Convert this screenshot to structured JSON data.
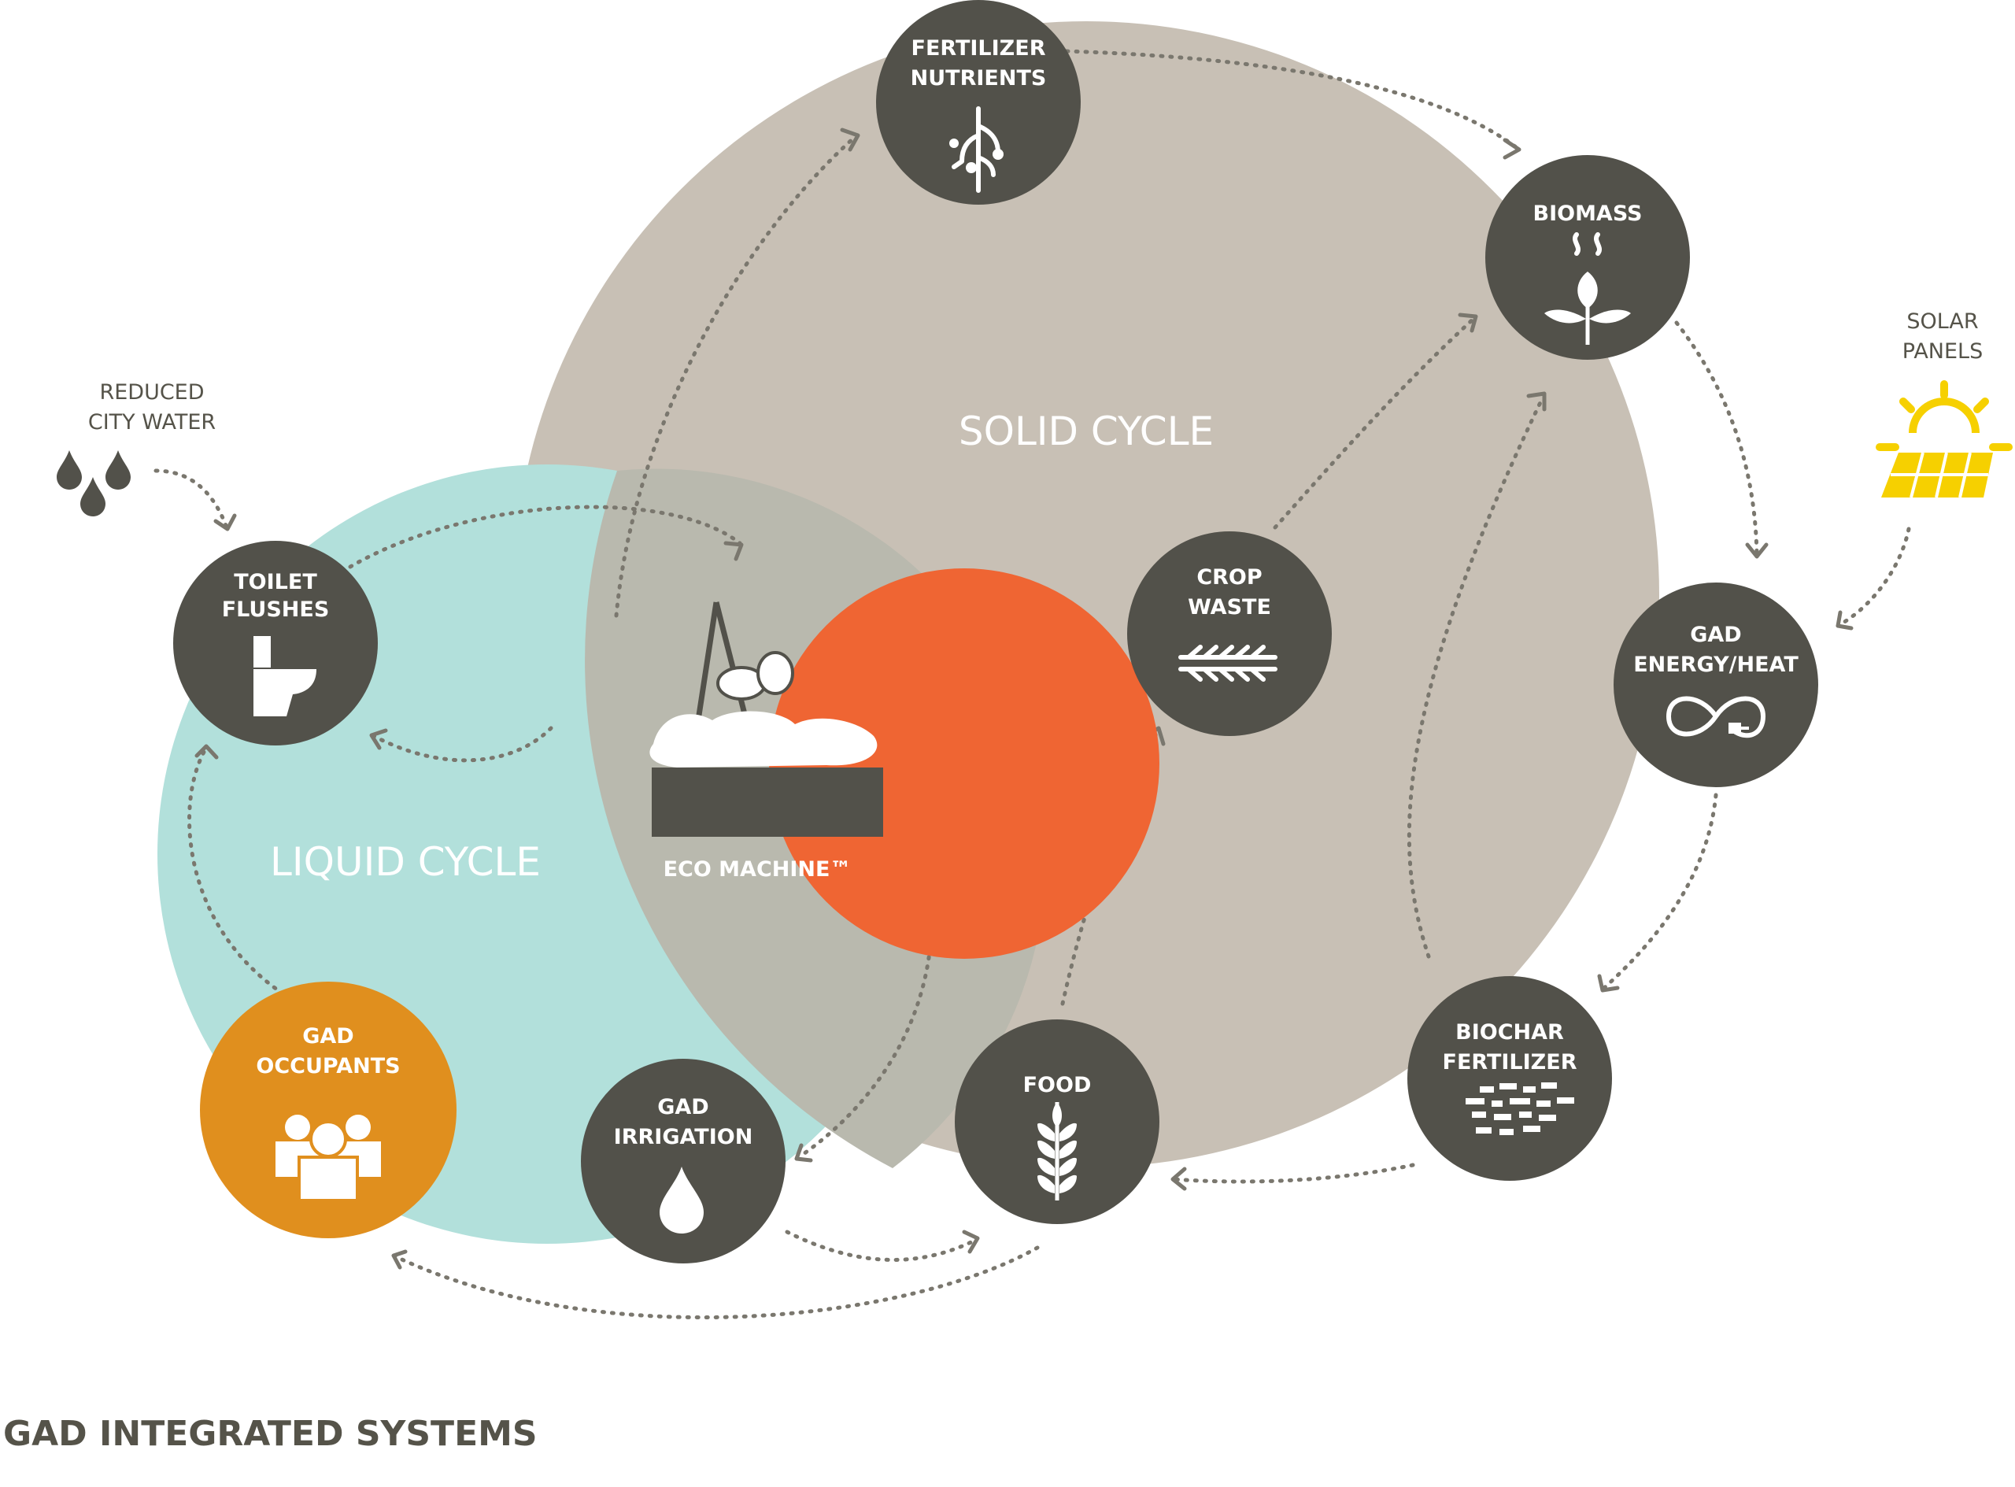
{
  "title": "GAD INTEGRATED SYSTEMS",
  "colors": {
    "node_dark": "#52514a",
    "solid_cycle": "#c8c0b5",
    "liquid_cycle": "#b2e0db",
    "overlap": "#b9b9ae",
    "eco_machine": "#ef6533",
    "occupants": "#e08f1e",
    "solar": "#f6d000",
    "arrow": "#7a776e",
    "label_text": "#555349"
  },
  "cycles": {
    "solid": "SOLID CYCLE",
    "liquid": "LIQUID CYCLE"
  },
  "nodes": {
    "fertilizer_nutrients": {
      "line1": "FERTILIZER",
      "line2": "NUTRIENTS",
      "icon": "roots-icon"
    },
    "biomass": {
      "line1": "BIOMASS",
      "icon": "sprout-heat-icon"
    },
    "gad_energy_heat": {
      "line1": "GAD",
      "line2": "ENERGY/HEAT",
      "icon": "infinity-plug-icon"
    },
    "biochar_fertilizer": {
      "line1": "BIOCHAR",
      "line2": "FERTILIZER",
      "icon": "biochar-pieces-icon"
    },
    "food": {
      "line1": "FOOD",
      "icon": "wheat-icon"
    },
    "gad_irrigation": {
      "line1": "GAD",
      "line2": "IRRIGATION",
      "icon": "water-drop-icon"
    },
    "gad_occupants": {
      "line1": "GAD",
      "line2": "OCCUPANTS",
      "icon": "people-icon"
    },
    "toilet_flushes": {
      "line1": "TOILET",
      "line2": "FLUSHES",
      "icon": "toilet-icon"
    },
    "crop_waste": {
      "line1": "CROP",
      "line2": "WASTE",
      "icon": "crop-stalks-icon"
    },
    "eco_machine": {
      "label": "ECO MACHINE™",
      "icon": "planter-icon"
    }
  },
  "externals": {
    "reduced_city_water": {
      "line1": "REDUCED",
      "line2": "CITY WATER",
      "icon": "water-drops-icon"
    },
    "solar_panels": {
      "line1": "SOLAR",
      "line2": "PANELS",
      "icon": "solar-panel-icon"
    }
  }
}
